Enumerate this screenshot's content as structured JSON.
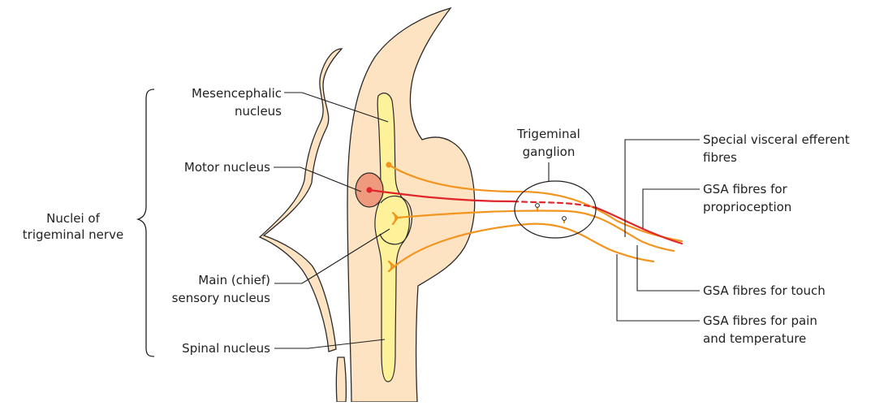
{
  "colors": {
    "tissue_fill": "#fde3c2",
    "tissue_stroke": "#2a2a2a",
    "nucleus_fill": "#fdf29a",
    "motor_nucleus_fill": "#ef9a7d",
    "sensory_fibre": "#f2951f",
    "motor_fibre": "#e0262a",
    "leader_line": "#1f1f1f",
    "text": "#222222"
  },
  "labels": {
    "group_line1": "Nuclei of",
    "group_line2": "trigeminal nerve",
    "mesencephalic_line1": "Mesencephalic",
    "mesencephalic_line2": "nucleus",
    "motor": "Motor nucleus",
    "main_line1": "Main (chief)",
    "main_line2": "sensory nucleus",
    "spinal": "Spinal nucleus",
    "ganglion_line1": "Trigeminal",
    "ganglion_line2": "ganglion",
    "sve_line1": "Special visceral efferent",
    "sve_line2": "fibres",
    "gsa_prop_line1": "GSA fibres for",
    "gsa_prop_line2": "proprioception",
    "gsa_touch": "GSA fibres for touch",
    "gsa_pain_line1": "GSA fibres for pain",
    "gsa_pain_line2": "and temperature"
  }
}
